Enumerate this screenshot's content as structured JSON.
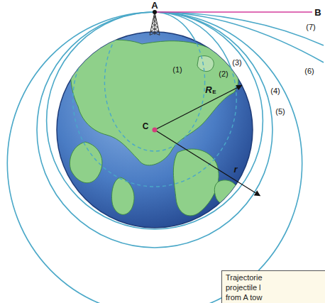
{
  "diagram": {
    "caption": "Trajectorie projectile l from A tow",
    "labels": [
      "A",
      "B",
      "(7)",
      "(6)",
      "(1)",
      "(2)",
      "(3)",
      "(4)",
      "(5)",
      "R",
      "E",
      "C",
      "r"
    ]
  }
}
